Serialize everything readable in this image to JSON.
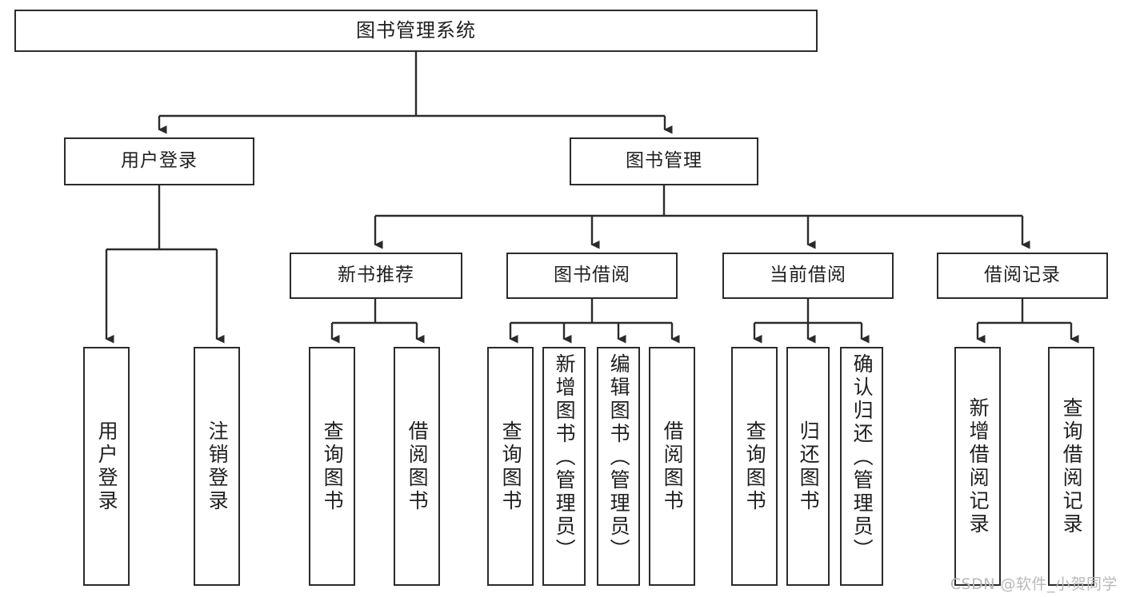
{
  "diagram": {
    "title": "图书管理系统",
    "type": "tree",
    "watermark": "CSDN @软件_小贺同学",
    "colors": {
      "stroke": "#2b2b2b",
      "fill": "#ffffff",
      "text": "#1f1f1f",
      "watermark": "#b9b9b9"
    },
    "nodes": {
      "root": {
        "label": "图书管理系统"
      },
      "level1": [
        {
          "label": "用户登录"
        },
        {
          "label": "图书管理"
        }
      ],
      "level2": [
        {
          "label": "新书推荐"
        },
        {
          "label": "图书借阅"
        },
        {
          "label": "当前借阅"
        },
        {
          "label": "借阅记录"
        }
      ],
      "leaves": {
        "user_login": [
          {
            "label": "用户登录"
          },
          {
            "label": "注销登录"
          }
        ],
        "new_book": [
          {
            "label": "查询图书"
          },
          {
            "label": "借阅图书"
          }
        ],
        "book_borrow": [
          {
            "label": "查询图书"
          },
          {
            "label": "新增图书（管理员）"
          },
          {
            "label": "编辑图书（管理员）"
          },
          {
            "label": "借阅图书"
          }
        ],
        "current_borrow": [
          {
            "label": "查询图书"
          },
          {
            "label": "归还图书"
          },
          {
            "label": "确认归还（管理员）"
          }
        ],
        "borrow_record": [
          {
            "label": "新增借阅记录"
          },
          {
            "label": "查询借阅记录"
          }
        ]
      }
    }
  }
}
